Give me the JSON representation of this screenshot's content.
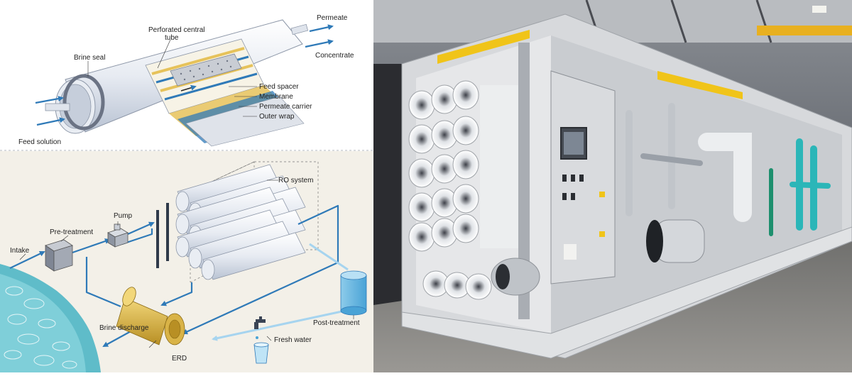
{
  "membrane_diagram": {
    "labels": {
      "permeate": "Permeate",
      "concentrate": "Concentrate",
      "perforated_tube_line1": "Perforated central",
      "perforated_tube_line2": "tube",
      "brine_seal": "Brine seal",
      "feed_spacer": "Feed spacer",
      "membrane": "Membrane",
      "permeate_carrier": "Permeate carrier",
      "outer_wrap": "Outer wrap",
      "feed_solution": "Feed solution"
    }
  },
  "plant_diagram": {
    "labels": {
      "ro_system": "RO system",
      "pump": "Pump",
      "pre_treatment": "Pre-treatment",
      "intake": "Intake",
      "brine_discharge": "Brine discharge",
      "erd": "ERD",
      "post_treatment": "Post-treatment",
      "fresh_water": "Fresh water"
    }
  },
  "colors": {
    "flow_blue": "#2f7ab8",
    "fresh_water_blue": "#a6d4ef",
    "membrane_gold": "#e6c25a",
    "erd_gold": "#d9b347",
    "sea_teal": "#5fbcc9",
    "panel_background": "#f3f0e8"
  },
  "photo": {
    "description_icon": "ro-skid-photo-icon"
  }
}
